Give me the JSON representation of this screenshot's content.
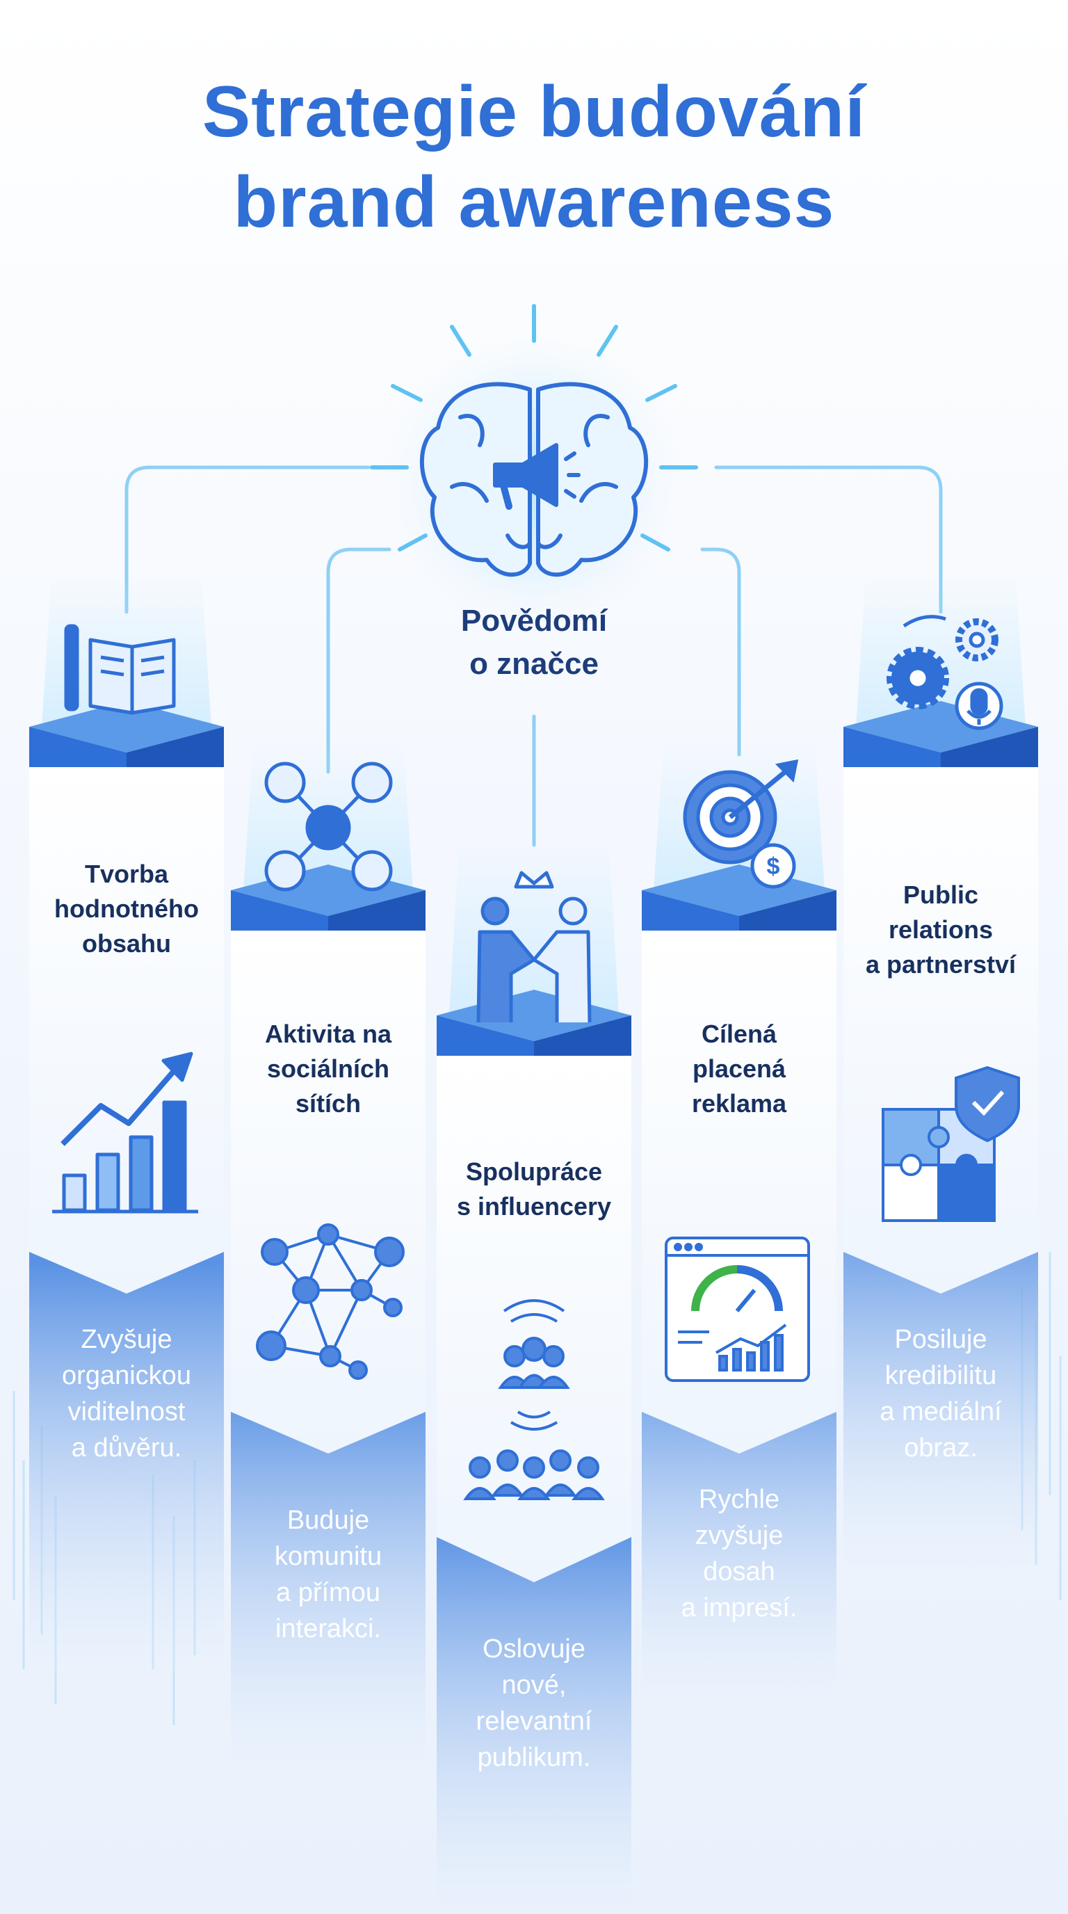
{
  "title": {
    "line1": "Strategie budování",
    "line2": "brand awareness"
  },
  "center": {
    "label_line1": "Povědomí",
    "label_line2": "o značce",
    "icon": "brain-megaphone-icon"
  },
  "columns": [
    {
      "label": [
        "Tvorba",
        "hodnotného",
        "obsahu"
      ],
      "description": [
        "Zvyšuje",
        "organickou",
        "viditelnost",
        "a důvěru."
      ],
      "icon_top": "book-pen-icon",
      "icon_mid": "growth-chart-icon"
    },
    {
      "label": [
        "Aktivita na",
        "sociálních",
        "sítích"
      ],
      "description": [
        "Buduje",
        "komunitu",
        "a přímou",
        "interakci."
      ],
      "icon_top": "social-share-icon",
      "icon_mid": "network-icon"
    },
    {
      "label": [
        "Spolupráce",
        "s influencery"
      ],
      "description": [
        "Oslovuje",
        "nové,",
        "relevantní",
        "publikum."
      ],
      "icon_top": "handshake-icon",
      "icon_mid": "audience-icon"
    },
    {
      "label": [
        "Cílená",
        "placená",
        "reklama"
      ],
      "description": [
        "Rychle",
        "zvyšuje",
        "dosah",
        "a impresí."
      ],
      "icon_top": "target-dollar-icon",
      "icon_mid": "dashboard-gauge-icon"
    },
    {
      "label": [
        "Public",
        "relations",
        "a partnerství"
      ],
      "description": [
        "Posiluje",
        "kredibilitu",
        "a mediální",
        "obraz."
      ],
      "icon_top": "gears-mic-icon",
      "icon_mid": "puzzle-shield-icon"
    }
  ],
  "colors": {
    "title": "#2f6fd6",
    "pillar_blue": "#2f6fd6",
    "pillar_dark": "#1f56b8",
    "line": "#8fd0f5",
    "text_dark": "#17305f"
  }
}
